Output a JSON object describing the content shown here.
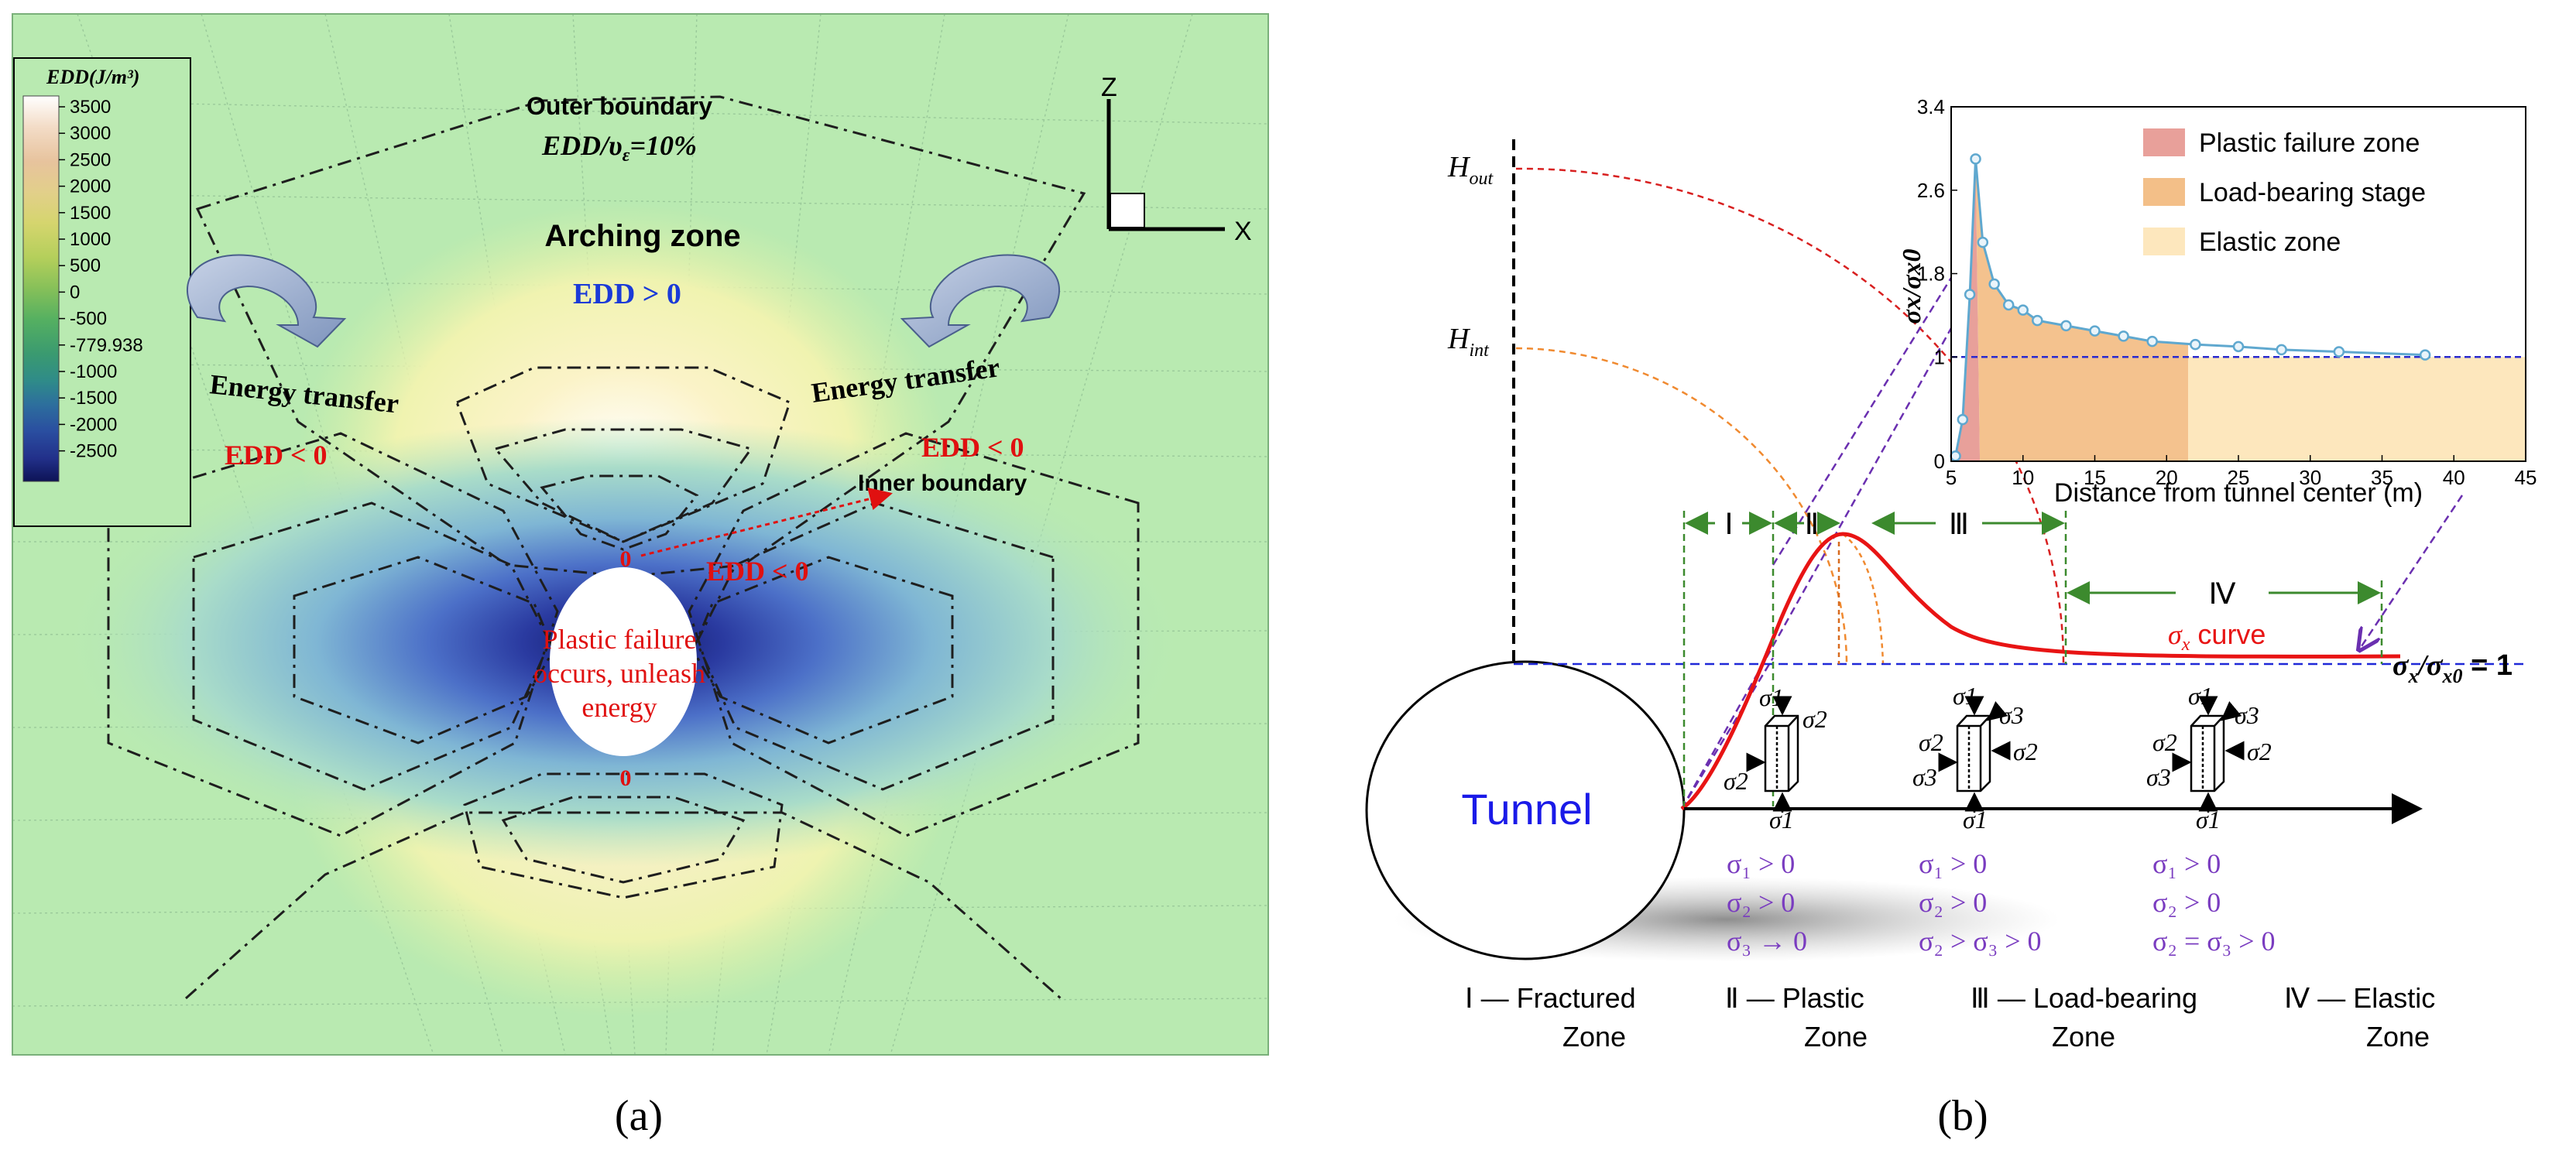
{
  "panel_a": {
    "label": "(a)",
    "legend": {
      "title": "EDD(J/m³)",
      "ticks": [
        "3500",
        "3000",
        "2500",
        "2000",
        "1500",
        "1000",
        "500",
        "0",
        "-500",
        "-779.938",
        "-1000",
        "-1500",
        "-2000",
        "-2500"
      ],
      "colors": [
        "#ffffff",
        "#f2dcc6",
        "#e6c39a",
        "#e3cf86",
        "#d6d56d",
        "#b6d05a",
        "#8fc255",
        "#5db35c",
        "#3d9a6c",
        "#2f8a86",
        "#2c6f9b",
        "#2a4c9e",
        "#232f8a",
        "#10155e"
      ]
    },
    "axes": {
      "z": "Z",
      "x": "X"
    },
    "outer_boundary": "Outer boundary",
    "ratio_text": "EDD/υ",
    "ratio_sub": "ε",
    "ratio_value": "=10%",
    "arching_zone": "Arching zone",
    "edd_positive": "EDD > 0",
    "energy_transfer_left": "Energy transfer",
    "energy_transfer_right": "Energy transfer",
    "edd_negative_left": "EDD < 0",
    "edd_negative_right": "EDD < 0",
    "inner_boundary": "Inner boundary",
    "edd_negative_center": "EDD < 0",
    "zero_top": "0",
    "zero_bottom": "0",
    "plastic_text_1": "Plastic failure",
    "plastic_text_2": "occurs, unleash",
    "plastic_text_3": "energy"
  },
  "panel_b": {
    "label": "(b)",
    "h_out": "H",
    "h_out_sub": "out",
    "h_int": "H",
    "h_int_sub": "int",
    "tunnel": "Tunnel",
    "zone_numerals": [
      "Ⅰ",
      "Ⅱ",
      "Ⅲ",
      "Ⅳ"
    ],
    "sigma_curve": "σ",
    "sigma_curve_sub": "x",
    "sigma_curve_suffix": " curve",
    "ratio_main": "σ",
    "ratio_sub1": "x",
    "ratio_mid": "/σ",
    "ratio_sub2": "x0",
    "ratio_eq": " = 1",
    "conditions": [
      [
        "σ₁ > 0",
        "σ₂ > 0",
        "σ₃ → 0"
      ],
      [
        "σ₁ > 0",
        "σ₂ > 0",
        "σ₂ >  σ₃ > 0"
      ],
      [
        "σ₁ > 0",
        "σ₂ > 0",
        "σ₂ =  σ₃ > 0"
      ]
    ],
    "zone_names": [
      [
        "Ⅰ — Fractured",
        "Zone"
      ],
      [
        "Ⅱ — Plastic",
        "Zone"
      ],
      [
        "Ⅲ — Load-bearing",
        "Zone"
      ],
      [
        "Ⅳ — Elastic",
        "Zone"
      ]
    ],
    "cube_labels": {
      "c1": [
        "σ1",
        "σ2",
        "σ2",
        "σ1"
      ],
      "c2": [
        "σ1",
        "σ3",
        "σ2",
        "σ3",
        "σ2",
        "σ1"
      ],
      "c3": [
        "σ1",
        "σ3",
        "σ2",
        "σ3",
        "σ2",
        "σ1"
      ]
    }
  },
  "chart_data": {
    "type": "line",
    "xlabel": "Distance from tunnel center (m)",
    "ylabel": "σx/σx0",
    "xlim": [
      5,
      45
    ],
    "ylim": [
      0,
      3.4
    ],
    "xticks": [
      5,
      10,
      15,
      20,
      25,
      30,
      35,
      40,
      45
    ],
    "yticks": [
      "0",
      "1",
      "1.8",
      "2.6",
      "3.4"
    ],
    "ytick_values": [
      0,
      1,
      1.8,
      2.6,
      3.4
    ],
    "reference_line": 1,
    "series": [
      {
        "x": [
          5.3,
          5.8,
          6.3,
          6.7,
          7.2,
          8.0,
          9.0,
          10.0,
          11.0,
          13.0,
          15.0,
          17.0,
          19.0,
          22.0,
          25.0,
          28.0,
          32.0,
          38.0
        ],
        "y": [
          0.05,
          0.4,
          1.6,
          2.9,
          2.1,
          1.7,
          1.5,
          1.45,
          1.35,
          1.3,
          1.25,
          1.2,
          1.15,
          1.12,
          1.1,
          1.07,
          1.05,
          1.02
        ],
        "color": "#5fa8cf"
      }
    ],
    "legend": [
      {
        "name": "Plastic failure zone",
        "color": "#e8a09a"
      },
      {
        "name": "Load-bearing stage",
        "color": "#f3bf88"
      },
      {
        "name": "Elastic zone",
        "color": "#fde7bd"
      }
    ],
    "zones": [
      {
        "zone": "Plastic failure zone",
        "from": 5,
        "to": 7
      },
      {
        "zone": "Load-bearing stage",
        "from": 7,
        "to": 21.5
      },
      {
        "zone": "Elastic zone",
        "from": 21.5,
        "to": 45
      }
    ]
  }
}
